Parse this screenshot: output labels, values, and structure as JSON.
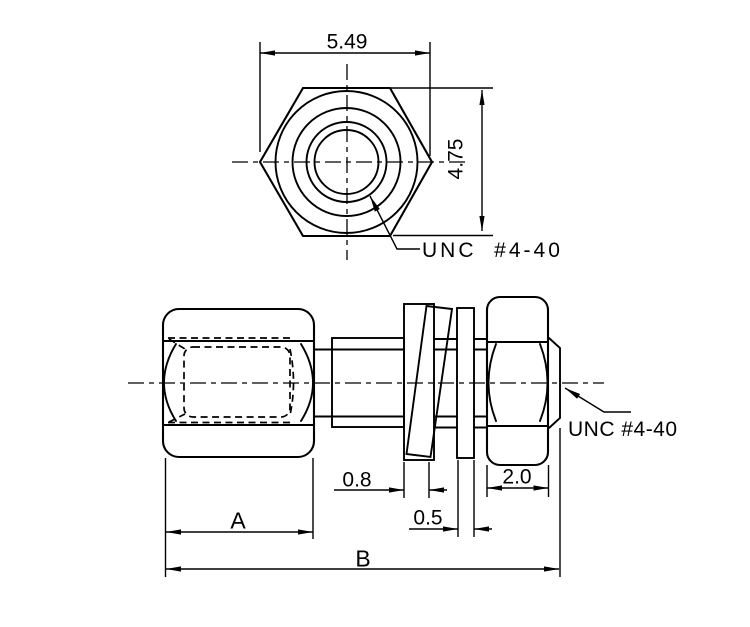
{
  "drawing": {
    "background_color": "#ffffff",
    "line_color": "#000000",
    "top_view": {
      "description": "hex body end view with concentric thread circles",
      "dim_across_corners": "5.49",
      "dim_across_flats": "4.75",
      "thread_callout": "UNC  #4-40"
    },
    "side_view": {
      "description": "jackscrew assembly side view: hex body, collar, split lock washer, flat washer, hex nut, threaded stud",
      "dim_lock_washer_thickness": "0.8",
      "dim_flat_washer_thickness": "0.5",
      "dim_nut_width": "2.0",
      "dim_body_length": "A",
      "dim_overall_length": "B",
      "thread_callout": "UNC #4-40"
    }
  }
}
